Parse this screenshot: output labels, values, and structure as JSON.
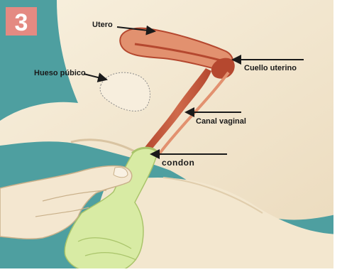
{
  "step": {
    "number": "3"
  },
  "labels": {
    "utero": "Utero",
    "hueso_pubico": "Hueso púbico",
    "cuello_uterino": "Cuello uterino",
    "canal_vaginal": "Canal vaginal",
    "condon": "condon"
  },
  "colors": {
    "background": "#4e9fa0",
    "skin": "#f6ecd6",
    "skin_shadow": "#e4d3b6",
    "uterus": "#e2916f",
    "uterus_dark": "#b5482f",
    "condom": "#d8eba4",
    "step_badge": "#e48a82",
    "arrow": "#1a1a1a"
  }
}
